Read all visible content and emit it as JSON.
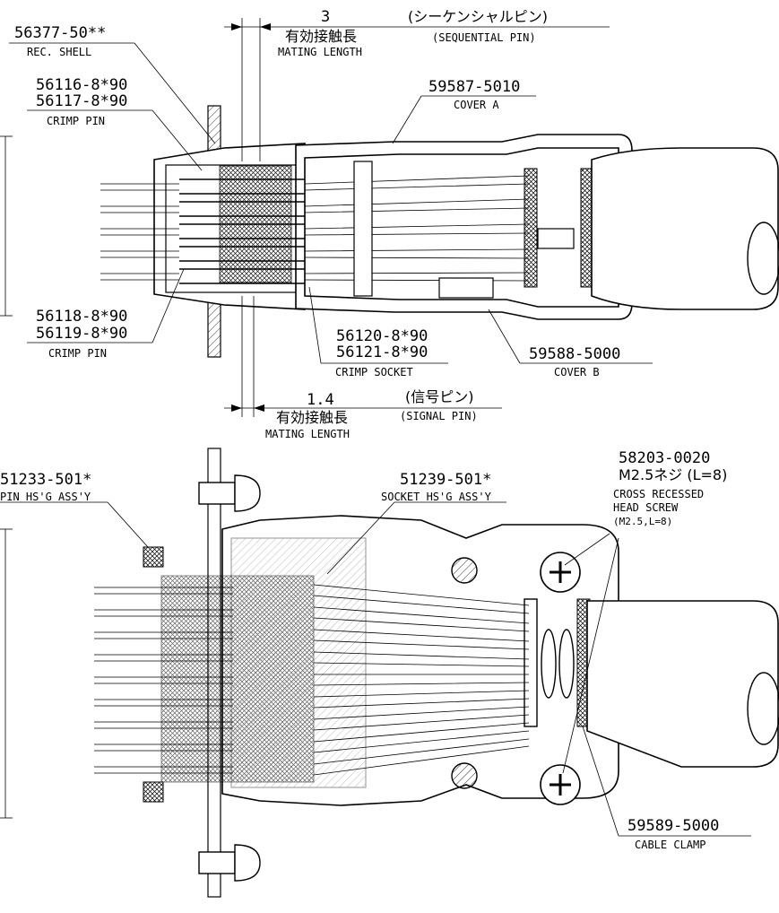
{
  "top": {
    "shell_pn": "56377-50**",
    "shell_name": "REC. SHELL",
    "crimp_pin_a_pn1": "56116-8*90",
    "crimp_pin_a_pn2": "56117-8*90",
    "crimp_pin_a_name": "CRIMP PIN",
    "seq_dim": "3",
    "seq_jp": "(シーケンシャルピン)",
    "seq_en": "(SEQUENTIAL PIN)",
    "mating_jp_1": "有効接触長",
    "mating_en_1": "MATING LENGTH",
    "cover_a_pn": "59587-5010",
    "cover_a_name": "COVER A",
    "crimp_pin_b_pn1": "56118-8*90",
    "crimp_pin_b_pn2": "56119-8*90",
    "crimp_pin_b_name": "CRIMP PIN",
    "socket_pn1": "56120-8*90",
    "socket_pn2": "56121-8*90",
    "socket_name": "CRIMP SOCKET",
    "cover_b_pn": "59588-5000",
    "cover_b_name": "COVER B",
    "sig_dim": "1.4",
    "sig_jp": "(信号ピン)",
    "sig_en": "(SIGNAL PIN)",
    "mating_jp_2": "有効接触長",
    "mating_en_2": "MATING LENGTH"
  },
  "bottom": {
    "pin_hsg_pn": "51233-501*",
    "pin_hsg_name": "PIN HS'G ASS'Y",
    "socket_hsg_pn": "51239-501*",
    "socket_hsg_name": "SOCKET HS'G ASS'Y",
    "screw_pn": "58203-0020",
    "screw_jp": "M2.5ネジ (L=8)",
    "screw_name1": "CROSS RECESSED",
    "screw_name2": "HEAD SCREW",
    "screw_name3": "(M2.5,L=8)",
    "clamp_pn": "59589-5000",
    "clamp_name": "CABLE CLAMP"
  }
}
